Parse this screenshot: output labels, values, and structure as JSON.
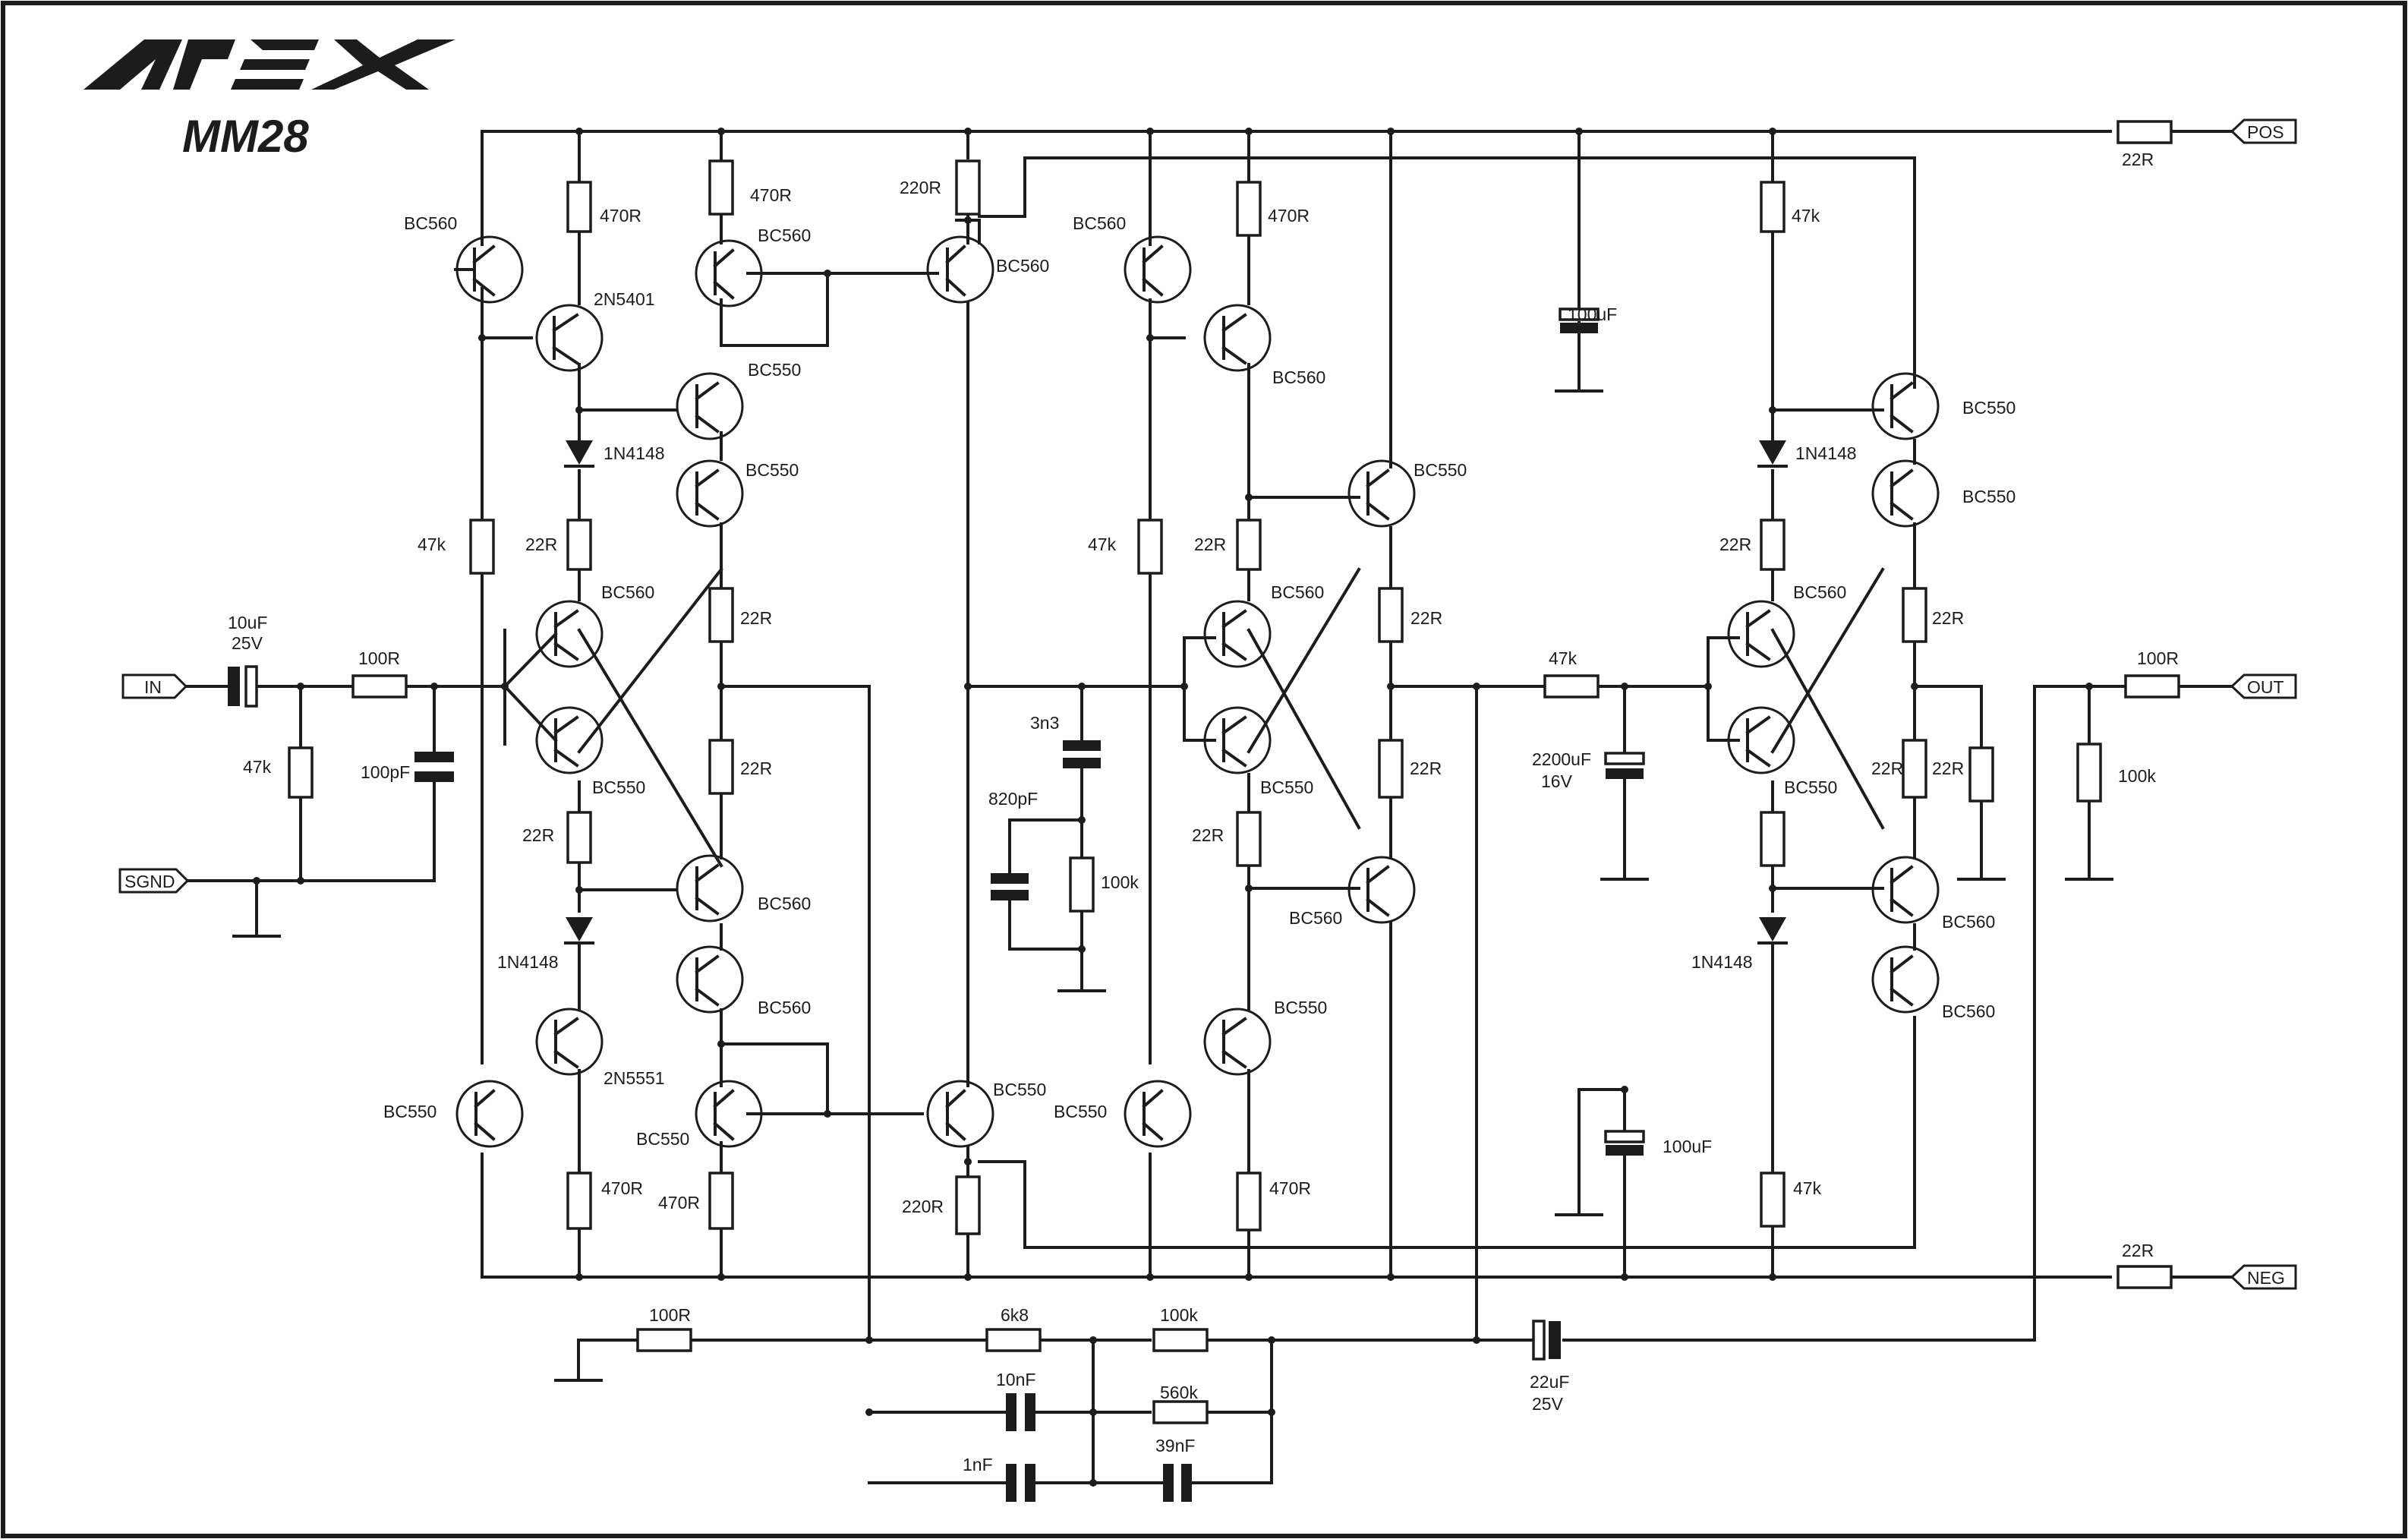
{
  "brand": {
    "logo_text": "APEX",
    "model": "MM28"
  },
  "ports": {
    "pos": "POS",
    "neg": "NEG",
    "in": "IN",
    "out": "OUT",
    "sgnd": "SGND"
  },
  "labels": {
    "r470_a": "470R",
    "r470_b": "470R",
    "r220_top": "220R",
    "r470_c": "470R",
    "r47k_top": "47k",
    "r22_pos": "22R",
    "q_bc560_a": "BC560",
    "q_2n5401": "2N5401",
    "q_bc560_b": "BC560",
    "q_bc560_c": "BC560",
    "q_bc560_d": "BC560",
    "q_bc560_e": "BC560",
    "q_bc550_a": "BC550",
    "q_bc550_b": "BC550",
    "q_bc550_c": "BC550",
    "q_bc550_d": "BC550",
    "q_bc550_e": "BC550",
    "c100u_top": "100uF",
    "d1n4148_a": "1N4148",
    "d1n4148_b": "1N4148",
    "r47k_l1": "47k",
    "r22_a": "22R",
    "r47k_l2": "47k",
    "r22_b": "22R",
    "r22_c": "22R",
    "q_bc560_f": "BC560",
    "q_bc560_g": "BC560",
    "q_bc560_h": "BC560",
    "c10u": "10uF",
    "c10u_v": "25V",
    "r100_in": "100R",
    "r22_d": "22R",
    "r22_e": "22R",
    "r47k_mid": "47k",
    "r100_out": "100R",
    "r47k_in": "47k",
    "c100p": "100pF",
    "c3n3": "3n3",
    "c2200u": "2200uF",
    "c2200u_v": "16V",
    "r100k_out": "100k",
    "q_bc550_f": "BC550",
    "q_bc550_g": "BC550",
    "q_bc550_h": "BC550",
    "r22_f": "22R",
    "r22_g": "22R",
    "r22_h": "22R",
    "r22_i": "22R",
    "r22_j": "22R",
    "r22_k": "22R",
    "r22_l": "22R",
    "c820p": "820pF",
    "q_bc560_i": "BC560",
    "q_bc560_j": "BC560",
    "q_bc560_k": "BC560",
    "q_bc560_l": "BC560",
    "q_bc560_m": "BC560",
    "r100k_mid": "100k",
    "d1n4148_c": "1N4148",
    "d1n4148_d": "1N4148",
    "q_2n5551": "2N5551",
    "q_bc550_i": "BC550",
    "q_bc550_j": "BC550",
    "q_bc550_k": "BC550",
    "q_bc550_l": "BC550",
    "c100u_bot": "100uF",
    "r470_d": "470R",
    "r470_e": "470R",
    "r220_bot": "220R",
    "r470_f": "470R",
    "r47k_bot": "47k",
    "r22_neg": "22R",
    "r100_fb": "100R",
    "r6k8": "6k8",
    "r100k_fb": "100k",
    "c10n": "10nF",
    "r560k": "560k",
    "c22u": "22uF",
    "c22u_v": "25V",
    "c1n": "1nF",
    "c39n": "39nF"
  }
}
